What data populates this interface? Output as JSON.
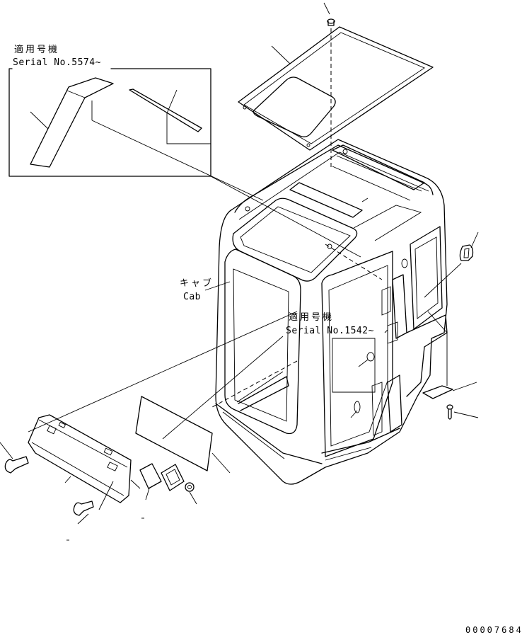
{
  "labels": {
    "inset_top_jp": "適用号機",
    "inset_top_serial": "Serial No.5574~",
    "cab_jp": "キャブ",
    "cab_en": "Cab",
    "inset_mid_jp": "適用号機",
    "inset_mid_serial": "Serial No.1542~",
    "drawing_code": "00007684"
  },
  "line_color": "#000000",
  "background": "#ffffff"
}
